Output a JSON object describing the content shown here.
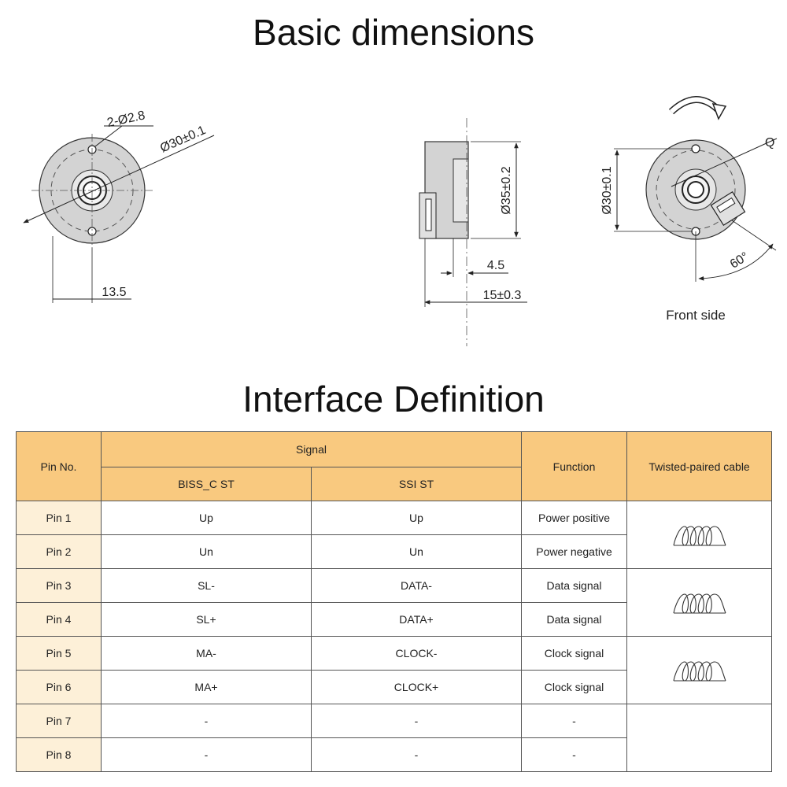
{
  "titles": {
    "basic": "Basic dimensions",
    "interface": "Interface Definition"
  },
  "drawing": {
    "left_view": {
      "holes": "2-Ø2.8",
      "diameter": "Ø30±0.1",
      "offset": "13.5"
    },
    "side_view": {
      "diameter": "Ø35±0.2",
      "depth": "4.5",
      "length": "15±0.3"
    },
    "front_view": {
      "diameter": "Ø30±0.1",
      "label": "Q",
      "angle": "60°",
      "caption": "Front side"
    }
  },
  "table": {
    "headers": {
      "pin": "Pin No.",
      "signal": "Signal",
      "biss": "BISS_C ST",
      "ssi": "SSI ST",
      "function": "Function",
      "cable": "Twisted-paired cable"
    },
    "rows": [
      {
        "pin": "Pin 1",
        "biss": "Up",
        "ssi": "Up",
        "function": "Power positive"
      },
      {
        "pin": "Pin 2",
        "biss": "Un",
        "ssi": "Un",
        "function": "Power negative"
      },
      {
        "pin": "Pin 3",
        "biss": "SL-",
        "ssi": "DATA-",
        "function": "Data signal"
      },
      {
        "pin": "Pin 4",
        "biss": "SL+",
        "ssi": "DATA+",
        "function": "Data signal"
      },
      {
        "pin": "Pin 5",
        "biss": "MA-",
        "ssi": "CLOCK-",
        "function": "Clock signal"
      },
      {
        "pin": "Pin 6",
        "biss": "MA+",
        "ssi": "CLOCK+",
        "function": "Clock signal"
      },
      {
        "pin": "Pin 7",
        "biss": "-",
        "ssi": "-",
        "function": "-"
      },
      {
        "pin": "Pin 8",
        "biss": "-",
        "ssi": "-",
        "function": "-"
      }
    ]
  },
  "colors": {
    "header_fill": "#f9c97f",
    "pin_fill": "#fdf0d8",
    "part_fill": "#cfcfcf"
  }
}
